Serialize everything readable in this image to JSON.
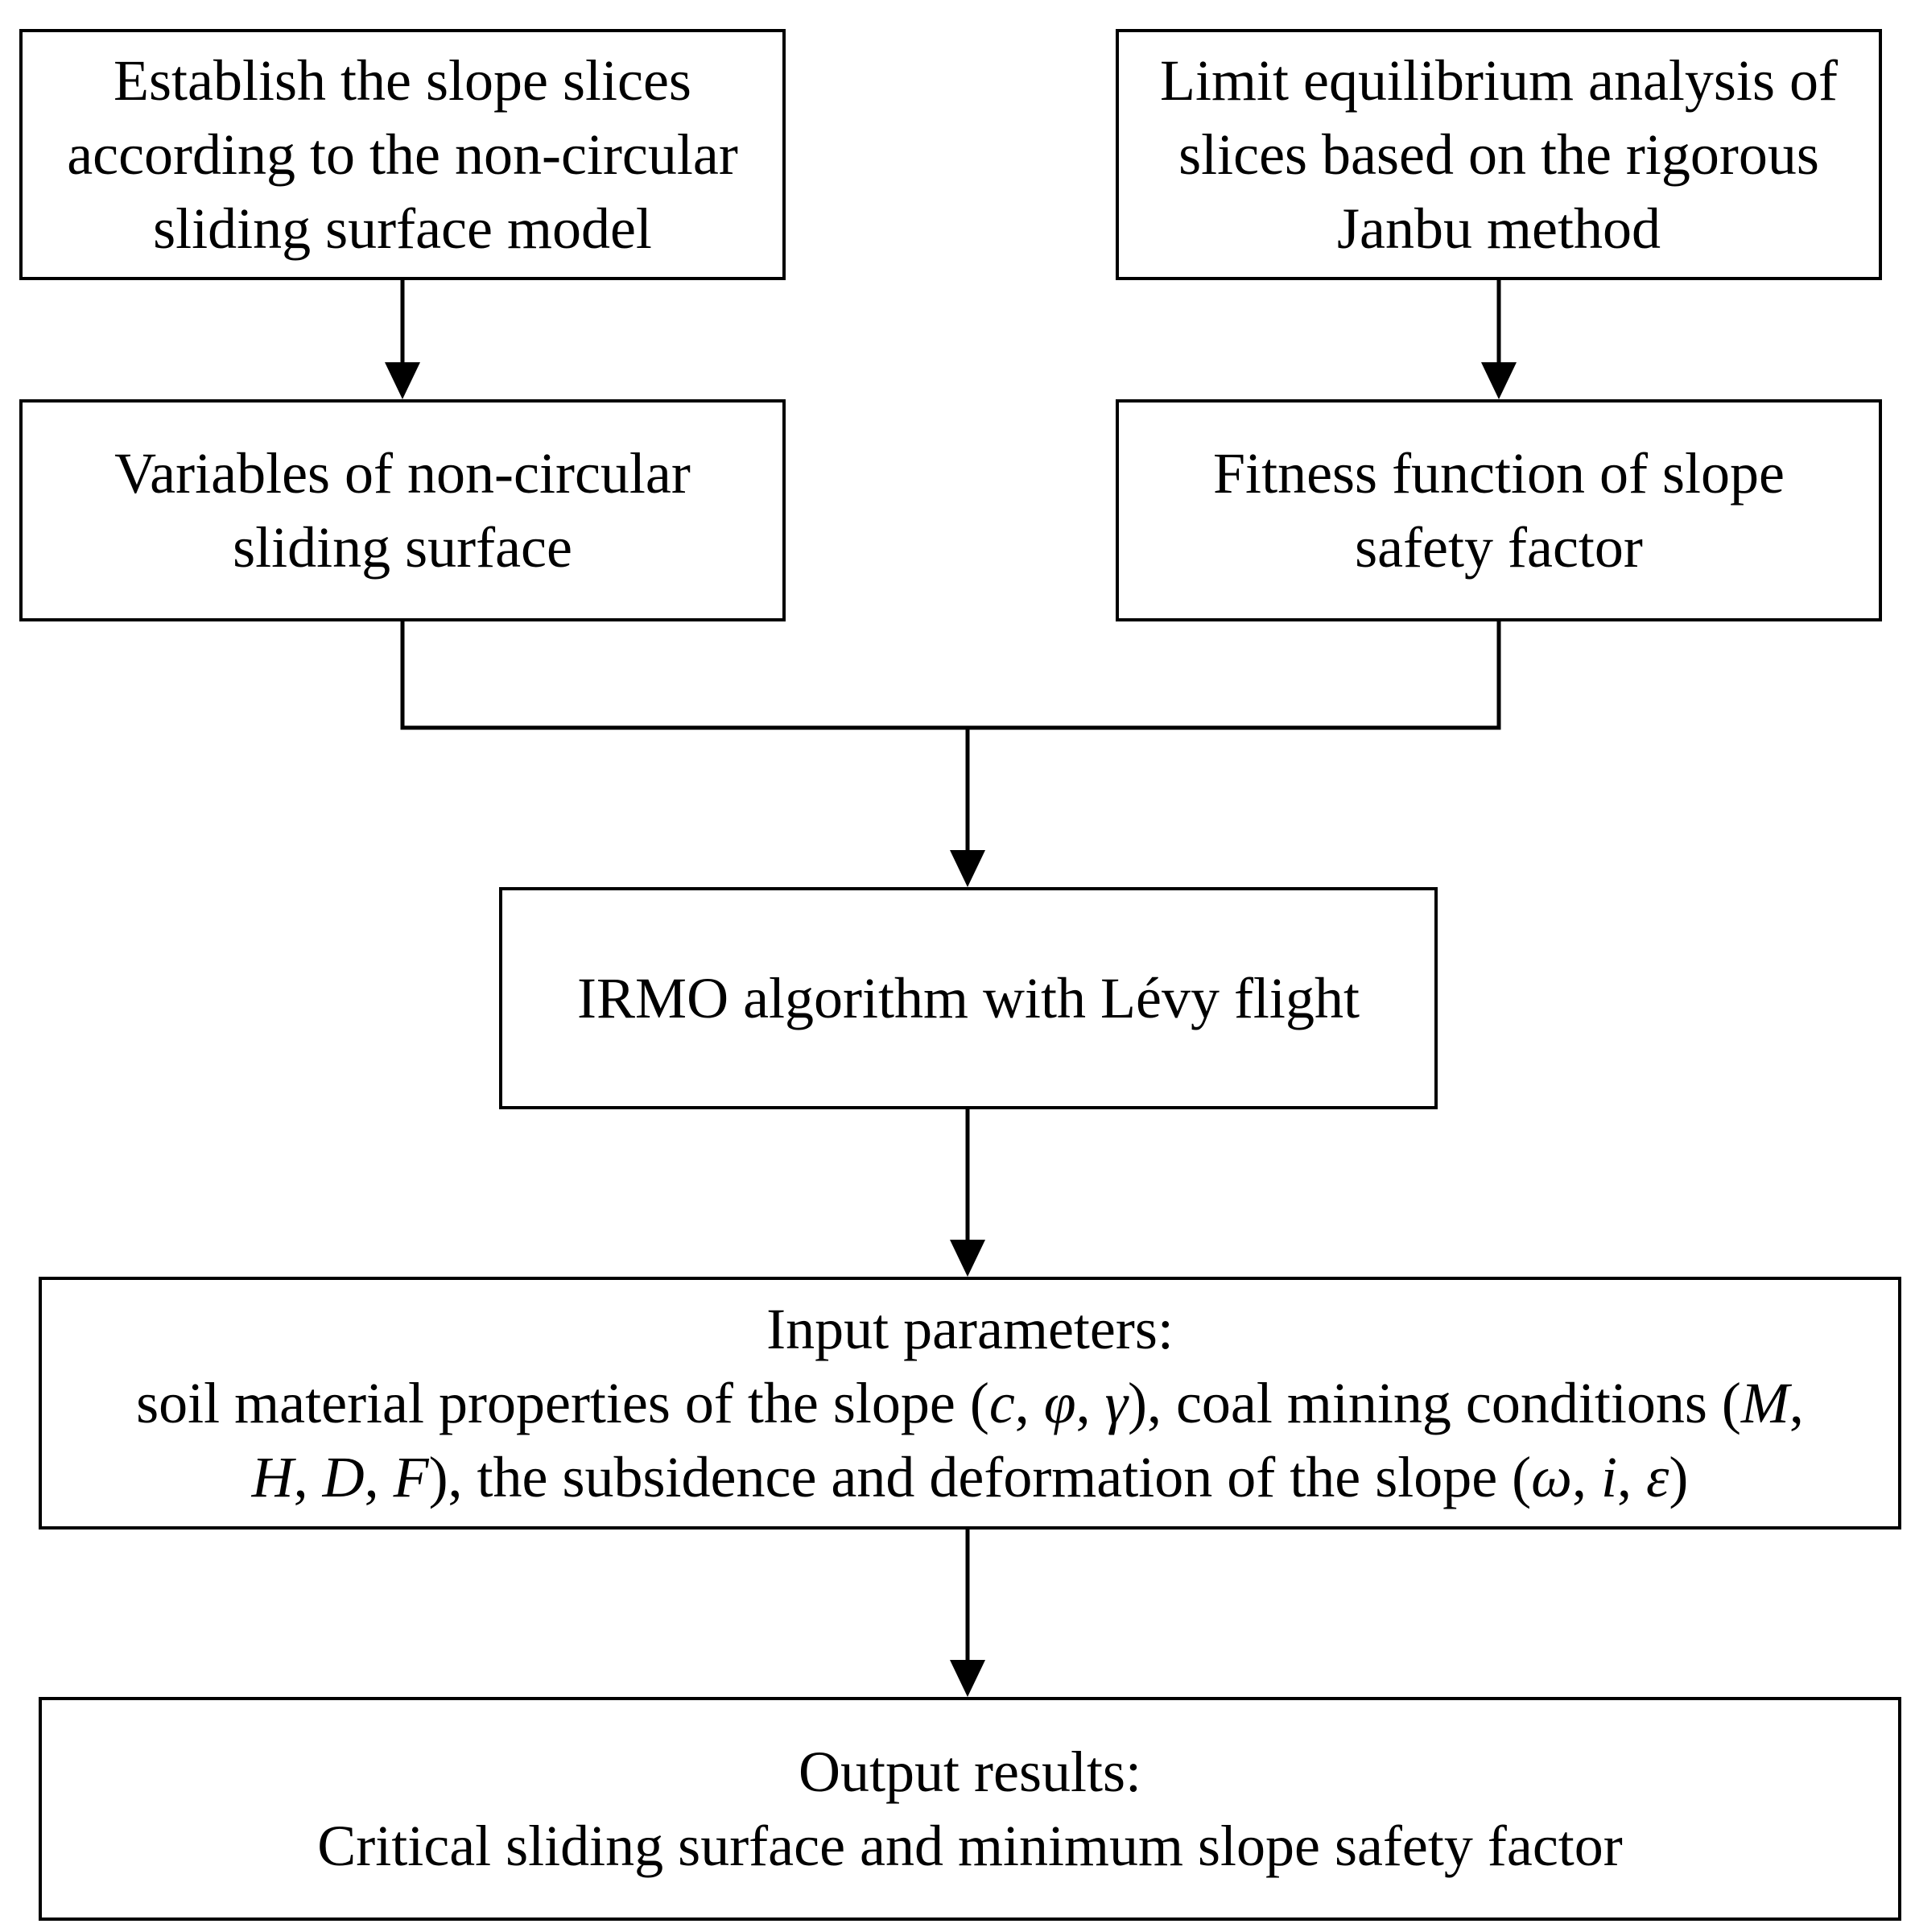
{
  "nodes": {
    "establish": {
      "lines": [
        "Establish the slope slices",
        "according to the non-circular",
        "sliding surface model"
      ]
    },
    "limit": {
      "lines": [
        "Limit equilibrium analysis of",
        "slices based on the rigorous",
        "Janbu method"
      ]
    },
    "variables": {
      "lines": [
        "Variables of non-circular",
        "sliding surface"
      ]
    },
    "fitness": {
      "lines": [
        "Fitness function of slope",
        "safety factor"
      ]
    },
    "irmo": {
      "lines": [
        "IRMO algorithm with Lévy flight"
      ]
    },
    "input": {
      "title": "Input parameters:",
      "line1": {
        "a": "soil material properties of the slope (",
        "c": "c",
        "s1": ", ",
        "phi": "φ",
        "s2": ", ",
        "gamma": "γ",
        "b": "), coal mining conditions (",
        "M": "M",
        "end": ","
      },
      "line2": {
        "H": "H",
        "s1": ", ",
        "D": "D",
        "s2": ", ",
        "F": "F",
        "a": "), the subsidence and deformation of the slope (",
        "omega": "ω",
        "s3": ", ",
        "i": "i",
        "s4": ", ",
        "epsilon": "ε",
        "end": ")"
      }
    },
    "output": {
      "lines": [
        "Output results:",
        "Critical sliding surface and minimum slope safety factor"
      ]
    }
  },
  "edges": [
    {
      "from": "establish",
      "to": "variables"
    },
    {
      "from": "limit",
      "to": "fitness"
    },
    {
      "from": "variables",
      "to": "irmo"
    },
    {
      "from": "fitness",
      "to": "irmo"
    },
    {
      "from": "irmo",
      "to": "input"
    },
    {
      "from": "input",
      "to": "output"
    }
  ]
}
